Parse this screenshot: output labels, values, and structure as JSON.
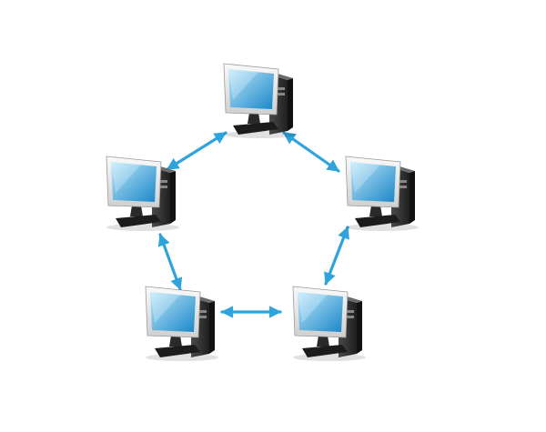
{
  "diagram": {
    "type": "peer-to-peer ring network",
    "nodes": [
      {
        "id": "pc-top",
        "icon": "desktop-computer-icon"
      },
      {
        "id": "pc-right",
        "icon": "desktop-computer-icon"
      },
      {
        "id": "pc-bottom-right",
        "icon": "desktop-computer-icon"
      },
      {
        "id": "pc-bottom-left",
        "icon": "desktop-computer-icon"
      },
      {
        "id": "pc-left",
        "icon": "desktop-computer-icon"
      }
    ],
    "links": [
      {
        "from": "pc-top",
        "to": "pc-right",
        "direction": "bidirectional"
      },
      {
        "from": "pc-right",
        "to": "pc-bottom-right",
        "direction": "bidirectional"
      },
      {
        "from": "pc-bottom-right",
        "to": "pc-bottom-left",
        "direction": "bidirectional"
      },
      {
        "from": "pc-bottom-left",
        "to": "pc-left",
        "direction": "bidirectional"
      },
      {
        "from": "pc-left",
        "to": "pc-top",
        "direction": "bidirectional"
      }
    ]
  },
  "colors": {
    "arrow": "#2ea3dc",
    "screen_light": "#bfe9fb",
    "screen_dark": "#1a86c8",
    "bezel": "#f2f2f2",
    "case_dark": "#1f1f1f",
    "case_mid": "#4a4a4a",
    "background": "#ffffff"
  }
}
